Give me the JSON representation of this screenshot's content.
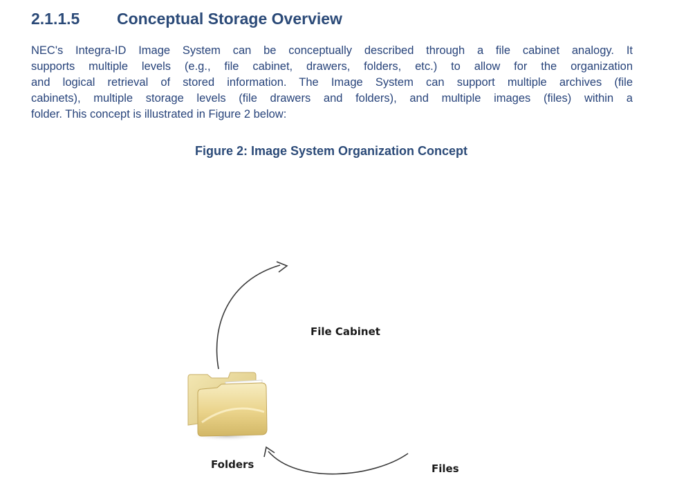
{
  "section": {
    "number": "2.1.1.5",
    "title": "Conceptual Storage Overview"
  },
  "paragraph": {
    "lines": [
      "NEC's Integra-ID Image System can be conceptually described through a file cabinet analogy. It",
      "supports multiple levels (e.g., file cabinet, drawers, folders, etc.) to allow for the organization",
      "and logical retrieval of stored information. The Image System can support multiple archives (file",
      "cabinets), multiple storage levels (file drawers and folders), and multiple images (files) within a",
      "folder. This concept is illustrated in Figure 2 below:"
    ]
  },
  "figure": {
    "caption": "Figure 2: Image System Organization Concept",
    "labels": {
      "file_cabinet": "File Cabinet",
      "folders": "Folders",
      "files": "Files"
    },
    "icons": [
      "folder-icon"
    ]
  },
  "colors": {
    "heading": "#2b4a78",
    "body_text": "#27437a",
    "folder": "#e8d48a"
  }
}
